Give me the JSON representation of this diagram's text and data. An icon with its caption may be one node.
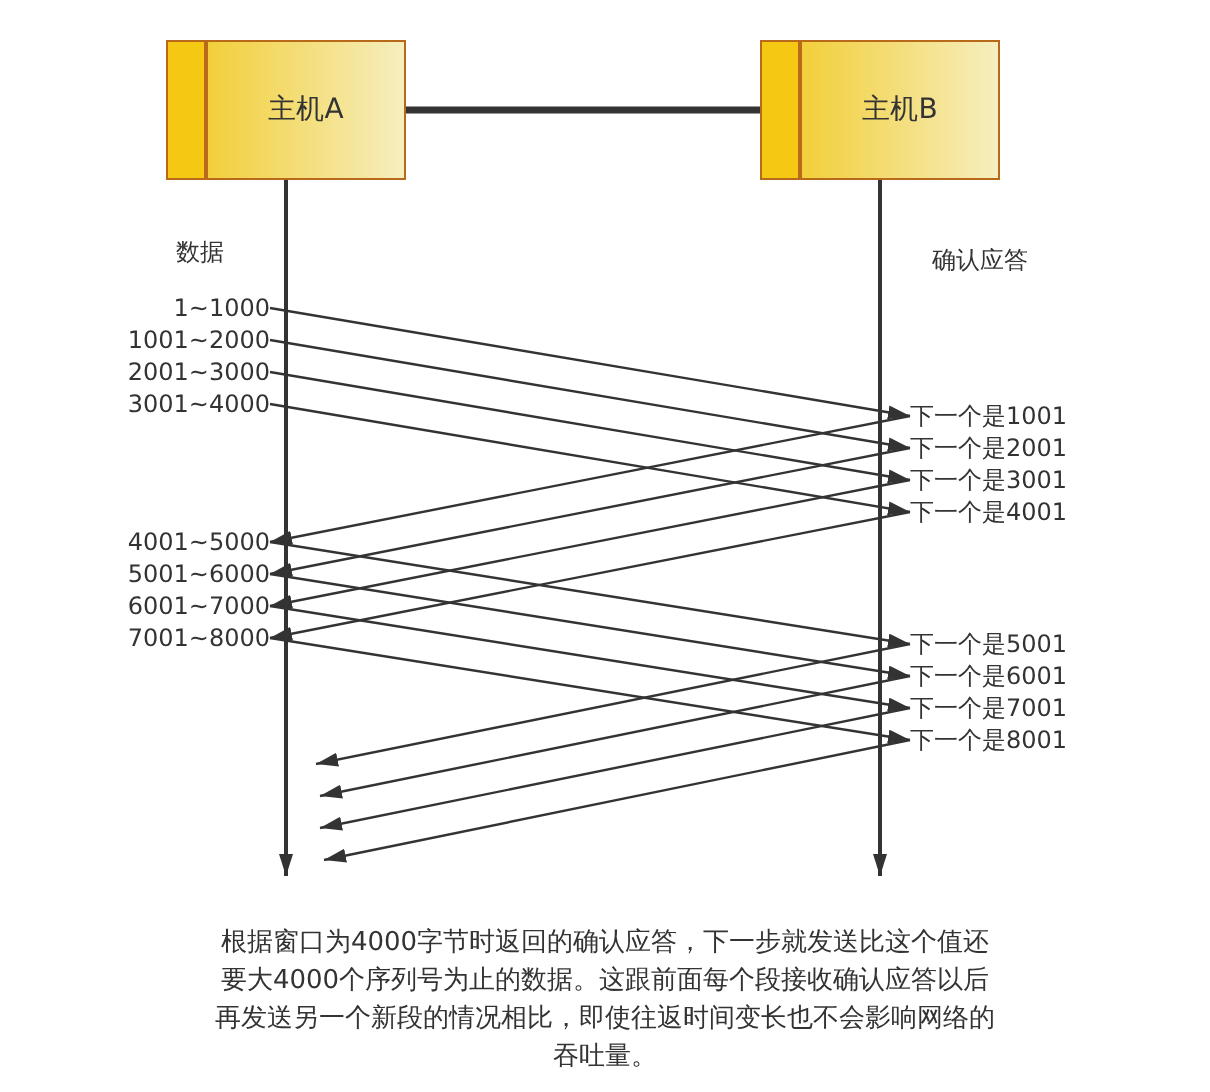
{
  "diagram": {
    "caption": "根据窗口为4000字节时返回的确认应答，下一步就发送比这个值还要大4000个序列号为止的数据。这跟前面每个段接收确认应答以后再发送另一个新段的情况相比，即使往返时间变长也不会影响网络的吞吐量。",
    "nodes": [
      {
        "text": [
          "主机A"
        ]
      },
      {
        "text": [
          "主机B"
        ]
      },
      {
        "text": [
          "1~1000"
        ]
      },
      {
        "text": [
          "1001~2000"
        ]
      },
      {
        "text": [
          "2001~3000"
        ]
      },
      {
        "text": [
          "3001~4000"
        ]
      },
      {
        "text": [
          "下一个是1001"
        ]
      },
      {
        "text": [
          "下一个是2001"
        ]
      },
      {
        "text": [
          "下一个是3001"
        ]
      },
      {
        "text": [
          "下一个是4001"
        ]
      },
      {
        "text": [
          "4001~5000"
        ]
      },
      {
        "text": [
          "5001~6000"
        ]
      },
      {
        "text": [
          "6001~7000"
        ]
      },
      {
        "text": [
          "7001~8000"
        ]
      },
      {
        "text": [
          "下一个是5001"
        ]
      },
      {
        "text": [
          "下一个是6001"
        ]
      },
      {
        "text": [
          "下一个是7001"
        ]
      },
      {
        "text": [
          "下一个是8001"
        ]
      }
    ],
    "edges": [
      {
        "from": 0,
        "to": 1,
        "arrow": "none",
        "style": "thick"
      },
      {
        "from": 0,
        "to": null,
        "arrow": "to"
      },
      {
        "from": 1,
        "to": null,
        "arrow": "to"
      },
      {
        "from": 2,
        "to": 6,
        "arrow": "to"
      },
      {
        "from": 3,
        "to": 7,
        "arrow": "to"
      },
      {
        "from": 4,
        "to": 8,
        "arrow": "to"
      },
      {
        "from": 5,
        "to": 9,
        "arrow": "to"
      },
      {
        "from": 6,
        "to": 10,
        "arrow": "to"
      },
      {
        "from": 7,
        "to": 11,
        "arrow": "to"
      },
      {
        "from": 8,
        "to": 12,
        "arrow": "to"
      },
      {
        "from": 9,
        "to": 13,
        "arrow": "to"
      },
      {
        "from": 10,
        "to": 14,
        "arrow": "to"
      },
      {
        "from": 11,
        "to": 15,
        "arrow": "to"
      },
      {
        "from": 12,
        "to": 16,
        "arrow": "to"
      },
      {
        "from": 13,
        "to": 17,
        "arrow": "to"
      },
      {
        "from": 14,
        "to": null,
        "arrow": "to"
      },
      {
        "from": 15,
        "to": null,
        "arrow": "to"
      },
      {
        "from": 16,
        "to": null,
        "arrow": "to"
      },
      {
        "from": 17,
        "to": null,
        "arrow": "to"
      }
    ],
    "labels": [
      "数据",
      "确认应答"
    ]
  }
}
